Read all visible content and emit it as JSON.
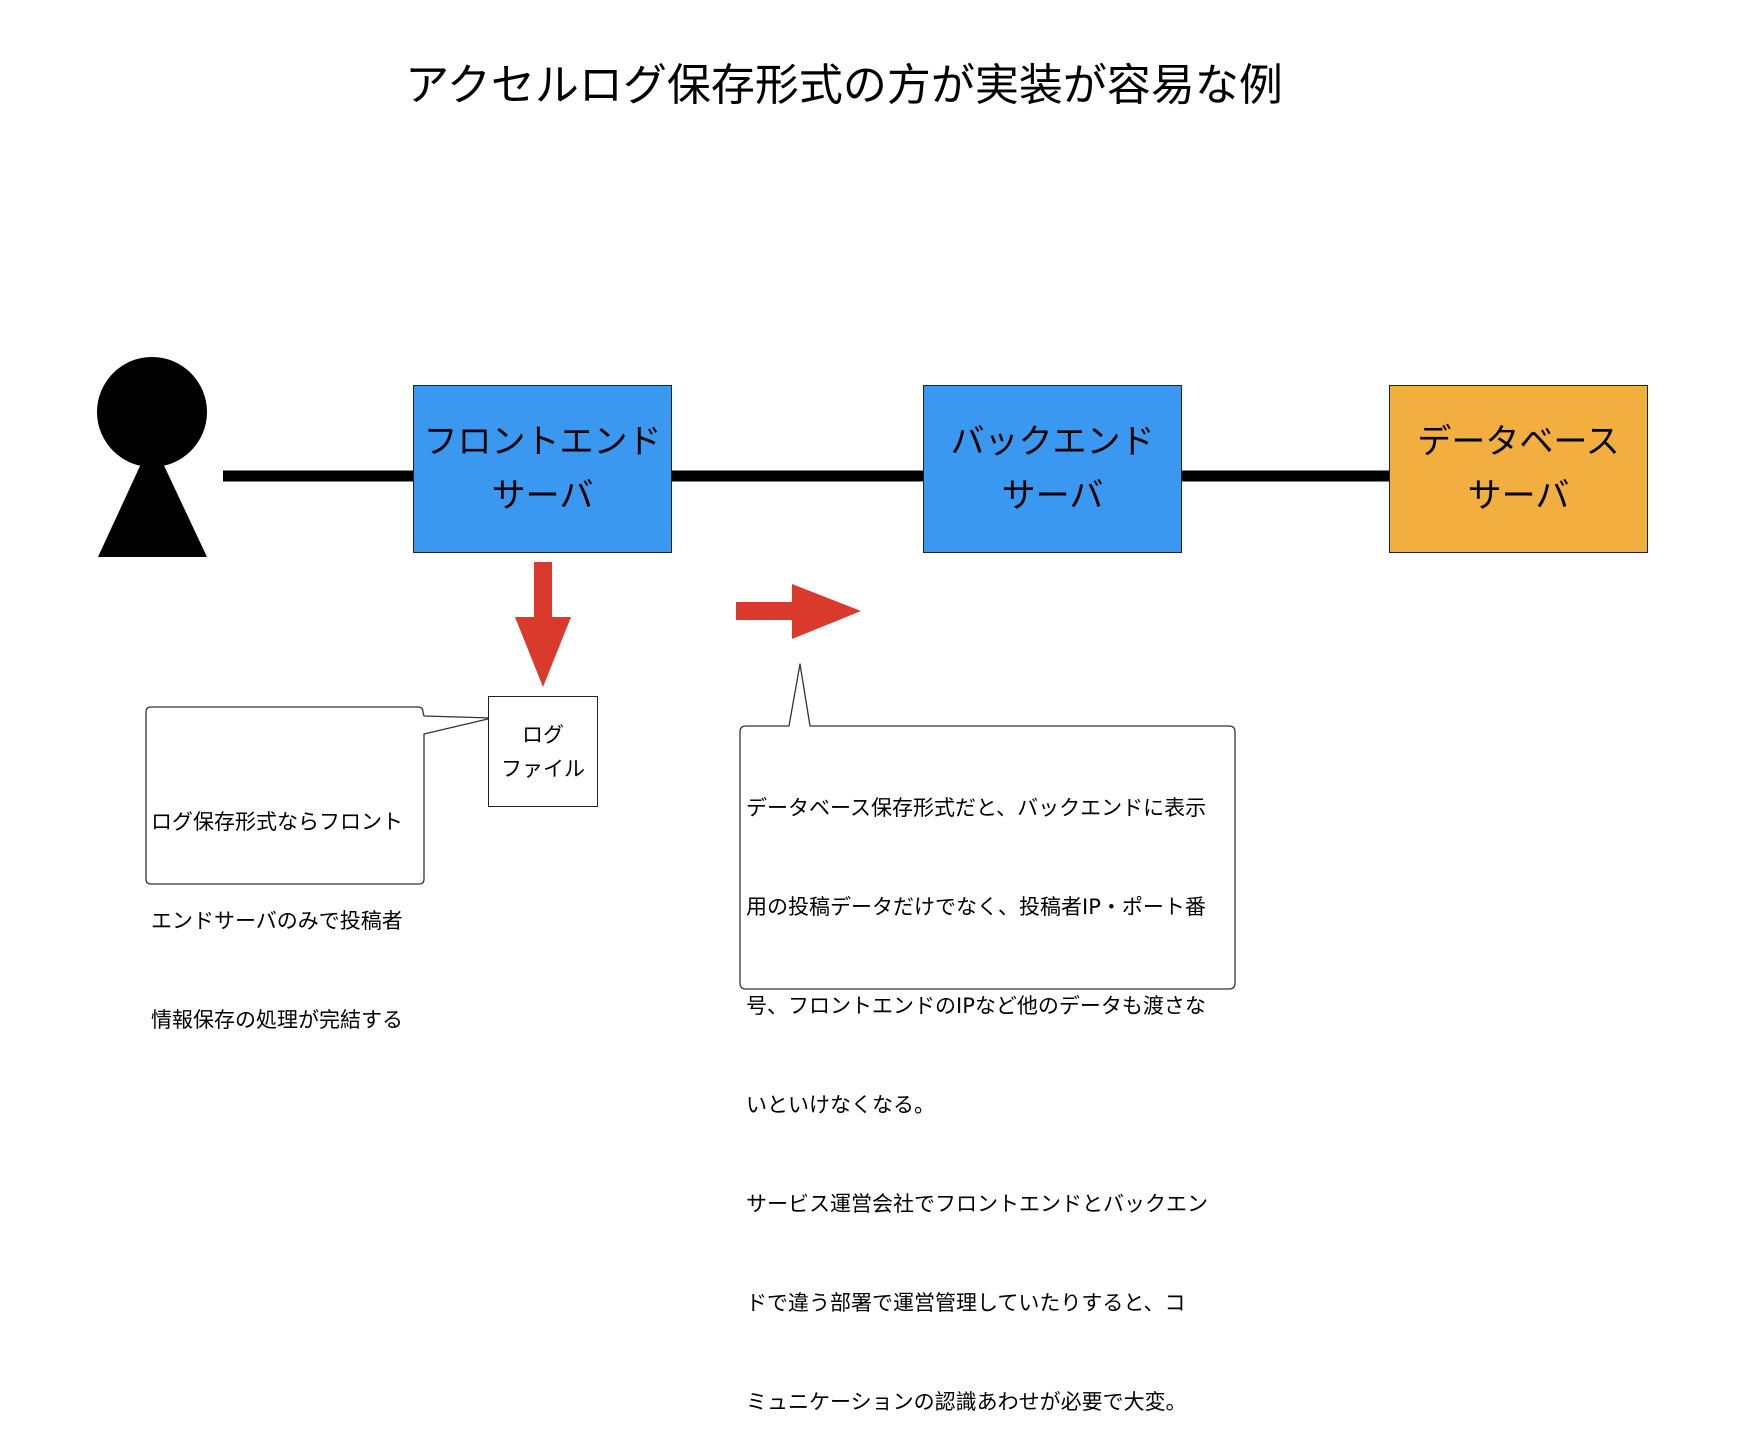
{
  "title": "アクセルログ保存形式の方が実装が容易な例",
  "nodes": {
    "frontend": {
      "line1": "フロントエンド",
      "line2": "サーバ"
    },
    "backend": {
      "line1": "バックエンド",
      "line2": "サーバ"
    },
    "database": {
      "line1": "データベース",
      "line2": "サーバ"
    },
    "logfile": {
      "line1": "ログ",
      "line2": "ファイル"
    }
  },
  "callouts": {
    "left": {
      "lines": [
        "ログ保存形式ならフロント",
        "エンドサーバのみで投稿者",
        "情報保存の処理が完結する"
      ]
    },
    "right": {
      "lines": [
        "データベース保存形式だと、バックエンドに表示",
        "用の投稿データだけでなく、投稿者IP・ポート番",
        "号、フロントエンドのIPなど他のデータも渡さな",
        "いといけなくなる。",
        "サービス運営会社でフロントエンドとバックエン",
        "ドで違う部署で運営管理していたりすると、コ",
        "ミュニケーションの認識あわせが必要で大変。"
      ]
    }
  },
  "colors": {
    "server_blue": "#3b98f0",
    "database_orange": "#f2ae3e",
    "arrow_red": "#d93a2b",
    "connector_black": "#000000"
  },
  "icons": {
    "user": "person-icon"
  }
}
